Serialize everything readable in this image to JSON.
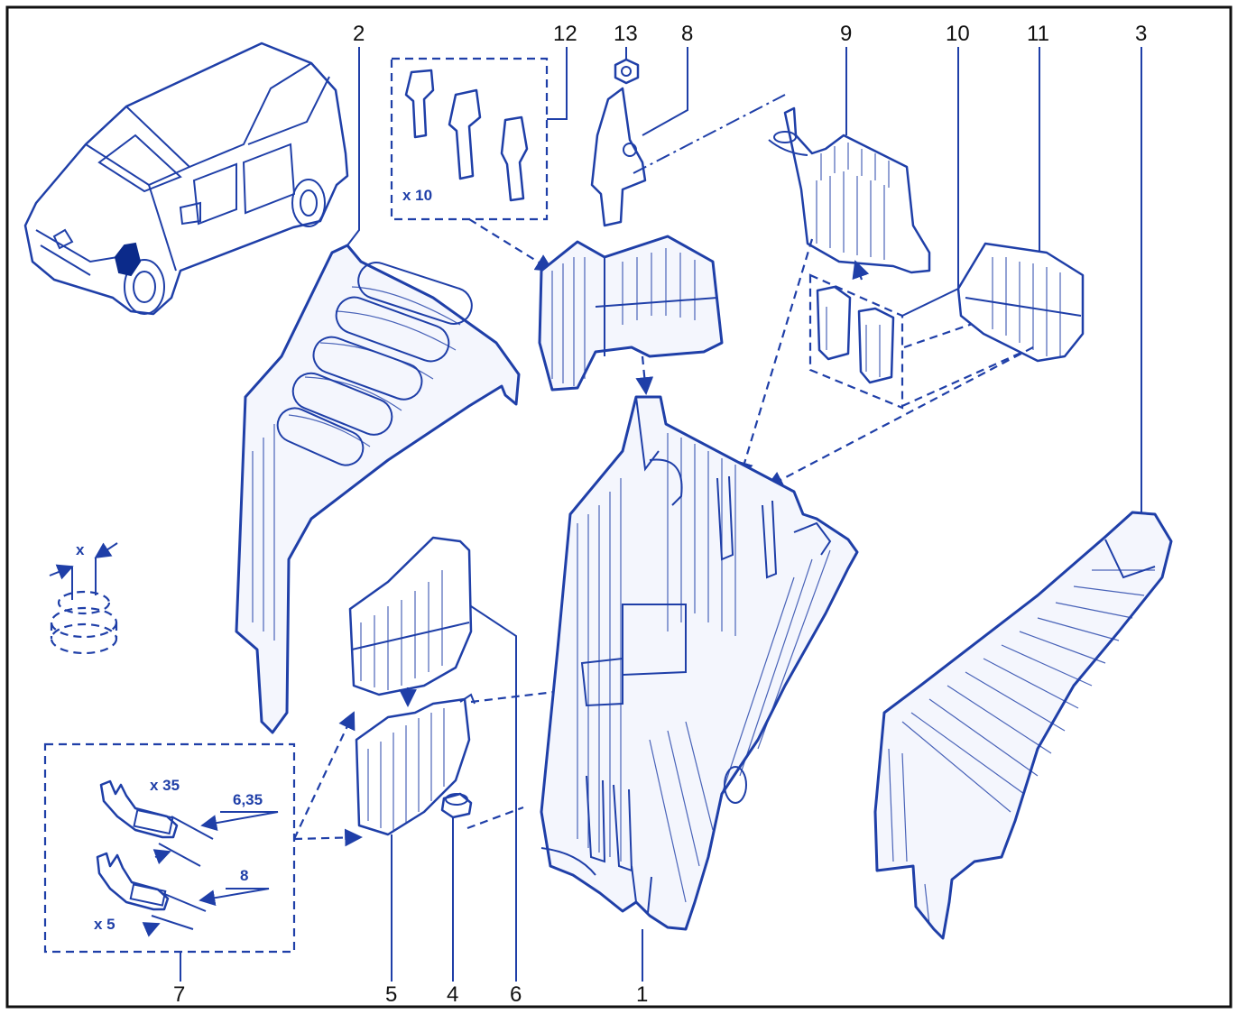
{
  "callouts": {
    "c1": "1",
    "c2": "2",
    "c3": "3",
    "c4": "4",
    "c5": "5",
    "c6": "6",
    "c7": "7",
    "c8": "8",
    "c9": "9",
    "c10": "10",
    "c11": "11",
    "c12": "12",
    "c13": "13"
  },
  "notes": {
    "qty_terminals_12": "x 10",
    "qty_terminals_a": "x 35",
    "qty_terminals_b": "x 5",
    "width_a": "6,35",
    "width_b": "8",
    "dimension_x": "x"
  },
  "colors": {
    "line": "#1f3fa8",
    "frame": "#111111",
    "highlight": "#0b2a8a"
  }
}
